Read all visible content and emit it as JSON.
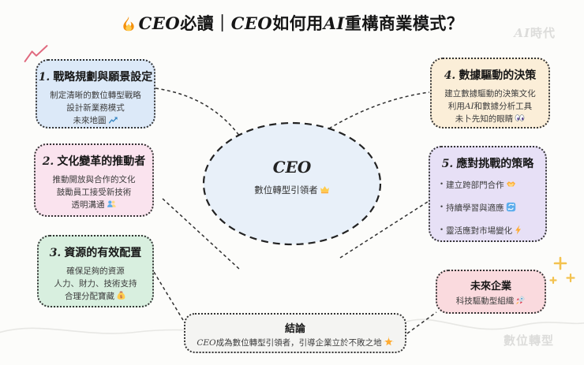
{
  "title": {
    "icon": "fire-icon",
    "parts": [
      {
        "t": "CEO"
      },
      {
        "t": "必讀｜"
      },
      {
        "t": "CEO"
      },
      {
        "t": "如何用"
      },
      {
        "t": "AI"
      },
      {
        "t": "重構商業模式？"
      }
    ]
  },
  "watermarks": {
    "top_right_latin": "AI",
    "top_right_rest": "時代",
    "bottom_right": "數位轉型"
  },
  "center": {
    "name": "CEO",
    "subtitle": "數位轉型引領者",
    "icon": "crown-icon"
  },
  "boxes": [
    {
      "number": "1.",
      "title": "戰略規劃與願景設定",
      "lines": [
        {
          "text": "制定清晰的數位轉型戰略"
        },
        {
          "text": "設計新業務模式"
        },
        {
          "text": "未來地圖",
          "icon": "chart-increasing-icon"
        }
      ]
    },
    {
      "number": "2.",
      "title": "文化變革的推動者",
      "lines": [
        {
          "text": "推動開放與合作的文化"
        },
        {
          "text": "鼓勵員工接受新技術"
        },
        {
          "text": "透明溝通",
          "icon": "people-icon"
        }
      ]
    },
    {
      "number": "3.",
      "title": "資源的有效配置",
      "lines": [
        {
          "text": "確保足夠的資源"
        },
        {
          "text": "人力、財力、技術支持"
        },
        {
          "text": "合理分配寶藏",
          "icon": "money-bag-icon"
        }
      ]
    },
    {
      "number": "4.",
      "title": "數據驅動的決策",
      "lines": [
        {
          "text": "建立數據驅動的決策文化"
        },
        {
          "pre": "利用",
          "latin": "AI",
          "text": "和數據分析工具"
        },
        {
          "text": "未卜先知的眼睛",
          "icon": "eyes-icon"
        }
      ]
    },
    {
      "number": "5.",
      "title": "應對挑戰的策略",
      "lines": [
        {
          "bullet": "•",
          "text": "建立跨部門合作",
          "icon": "handshake-icon"
        },
        {
          "bullet": "•",
          "text": "持續學習與適應",
          "icon": "repeat-icon"
        },
        {
          "bullet": "•",
          "text": "靈活應對市場變化",
          "icon": "lightning-icon"
        }
      ]
    }
  ],
  "future": {
    "title": "未來企業",
    "text": "科技驅動型組織",
    "icon": "rocket-icon"
  },
  "conclusion": {
    "title": "結論",
    "latin": "CEO",
    "text": "成為數位轉型引領者，引導企業立於不敗之地",
    "icon": "glowing-star-icon"
  },
  "decorations": {
    "top_left": "chart-doodle-icon",
    "sparkles": "sparkles-doodle-icon",
    "clock": "clock-doodle-icon"
  },
  "colors": {
    "box1_bg": "#dce9f8",
    "box2_bg": "#fae3ee",
    "box3_bg": "#d8efdf",
    "box4_bg": "#fbeed8",
    "box5_bg": "#e7e0f6",
    "future_bg": "#fadade",
    "conclusion_bg": "#f4f4f2",
    "ellipse_bg": "#e8f0f9",
    "border": "#333333",
    "watermark": "#dcdcda"
  }
}
